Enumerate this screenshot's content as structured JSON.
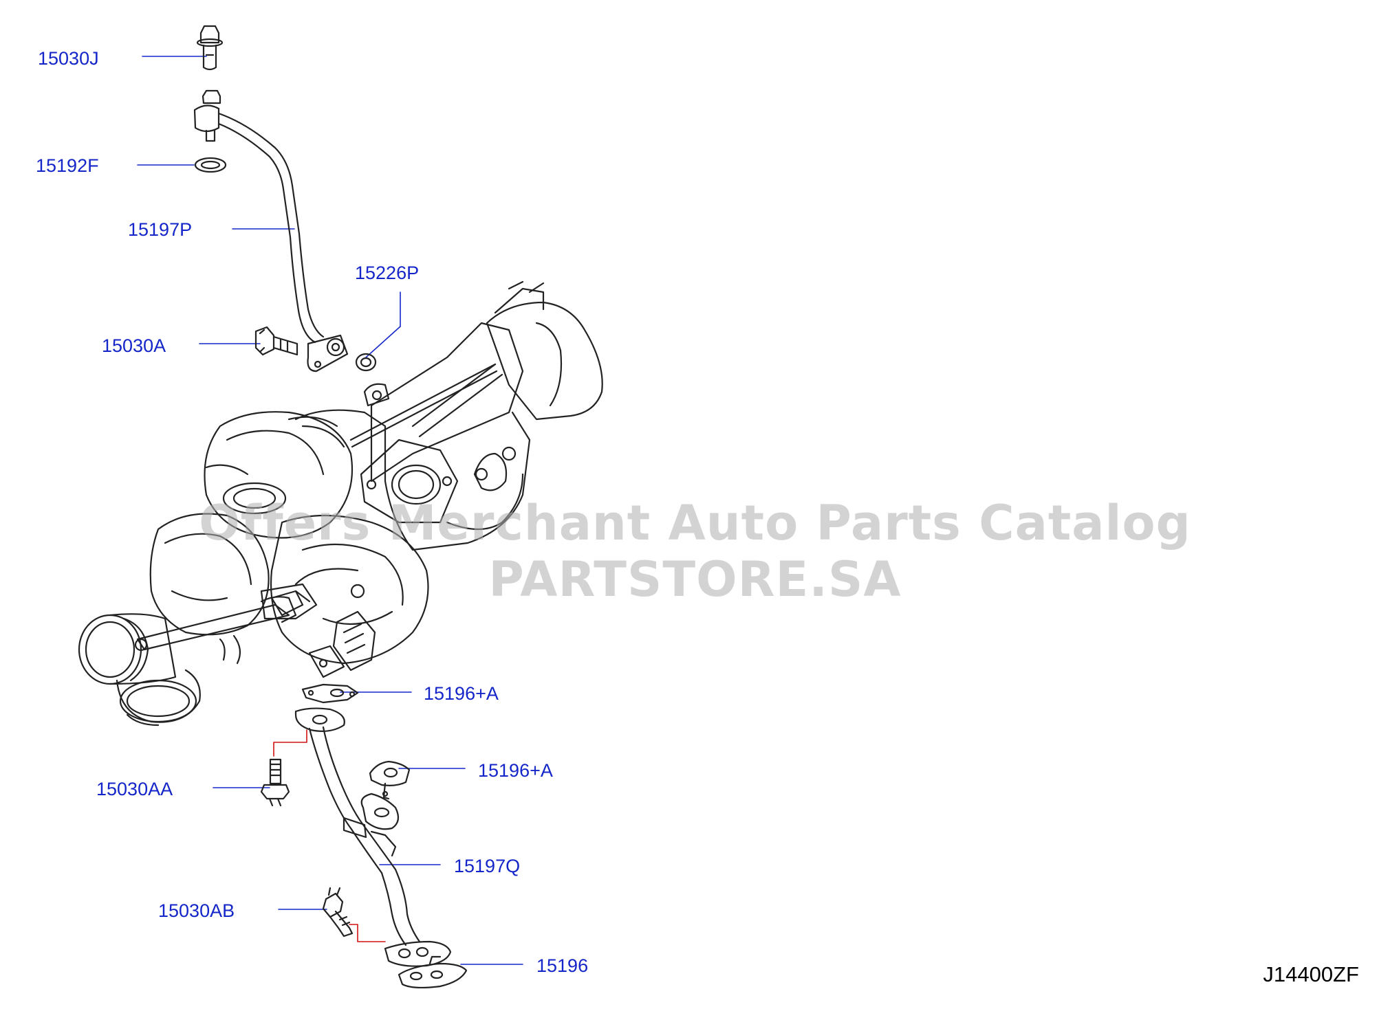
{
  "diagram": {
    "reference": "J14400ZF",
    "watermark": "Offers Merchant Auto Parts Catalog PARTSTORE.SA",
    "colors": {
      "label": "#1426c9",
      "leader": "#1426c9",
      "drawing": "#222222",
      "dimension": "#d01010"
    }
  },
  "parts": [
    {
      "id": "p1",
      "number": "15030J"
    },
    {
      "id": "p2",
      "number": "15192F"
    },
    {
      "id": "p3",
      "number": "15197P"
    },
    {
      "id": "p4",
      "number": "15226P"
    },
    {
      "id": "p5",
      "number": "15030A"
    },
    {
      "id": "p6",
      "number": "15196+A"
    },
    {
      "id": "p7",
      "number": "15196+A"
    },
    {
      "id": "p8",
      "number": "15030AA"
    },
    {
      "id": "p9",
      "number": "15197Q"
    },
    {
      "id": "p10",
      "number": "15030AB"
    },
    {
      "id": "p11",
      "number": "15196"
    }
  ]
}
